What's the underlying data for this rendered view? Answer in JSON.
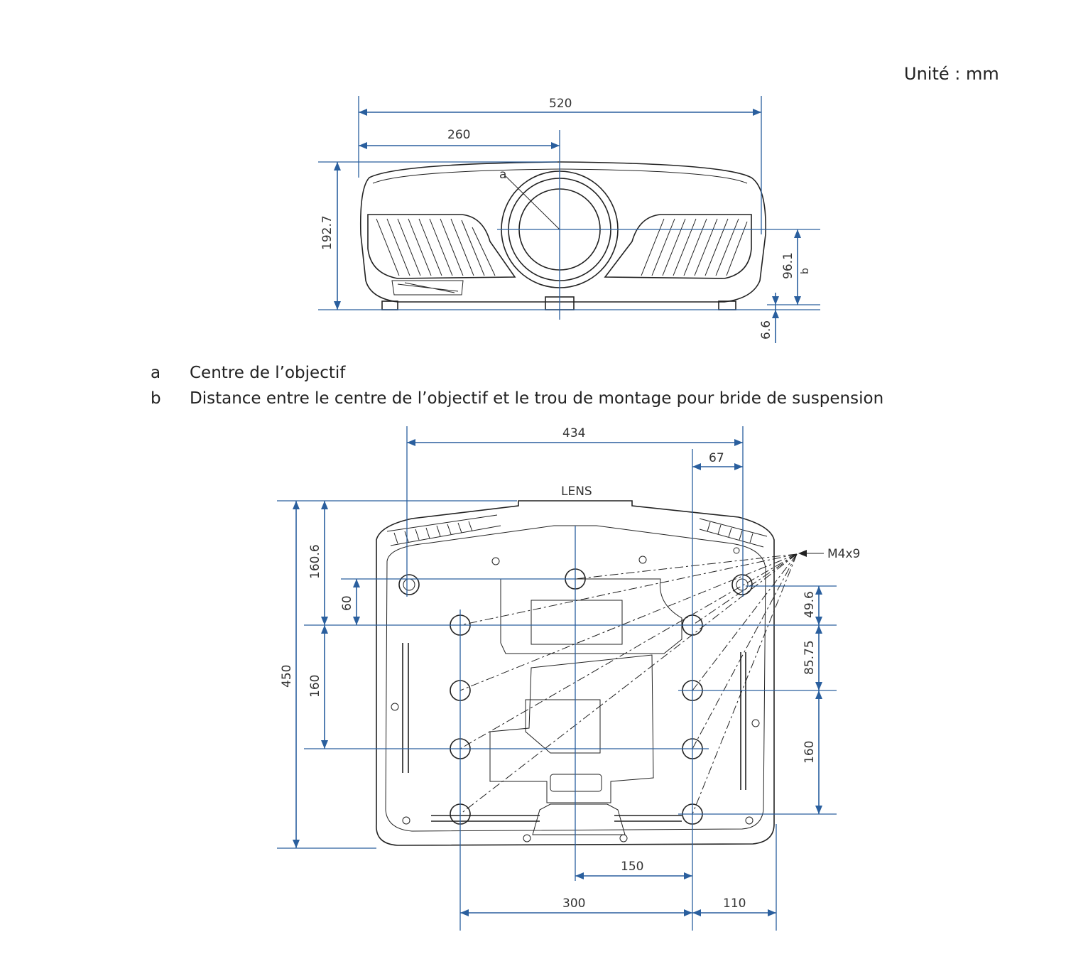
{
  "unit_label": "Unité : mm",
  "front_view": {
    "dimensions": {
      "total_width": "520",
      "lens_offset": "260",
      "height": "192.7",
      "lens_to_mount": "96.1",
      "foot": "6.6"
    },
    "callouts": {
      "lens_center": "a",
      "mount_distance": "b"
    }
  },
  "legend": [
    {
      "key": "a",
      "text": "Centre de l’objectif"
    },
    {
      "key": "b",
      "text": "Distance entre le centre de l’objectif et le trou de montage pour bride de suspension"
    }
  ],
  "bottom_view": {
    "lens_label": "LENS",
    "screw_label": "M4x9",
    "dimensions": {
      "mount_span": "434",
      "right_offset": "67",
      "depth": "450",
      "front_to_hole": "160.6",
      "hole_offset": "60",
      "hole_pitch_left": "160",
      "right_top": "49.6",
      "right_mid": "85.75",
      "right_pitch": "160",
      "center_offset": "150",
      "hole_pitch_width": "300",
      "right_edge": "110"
    }
  },
  "colors": {
    "dimension": "#2a5f9e",
    "outline": "#222222"
  }
}
